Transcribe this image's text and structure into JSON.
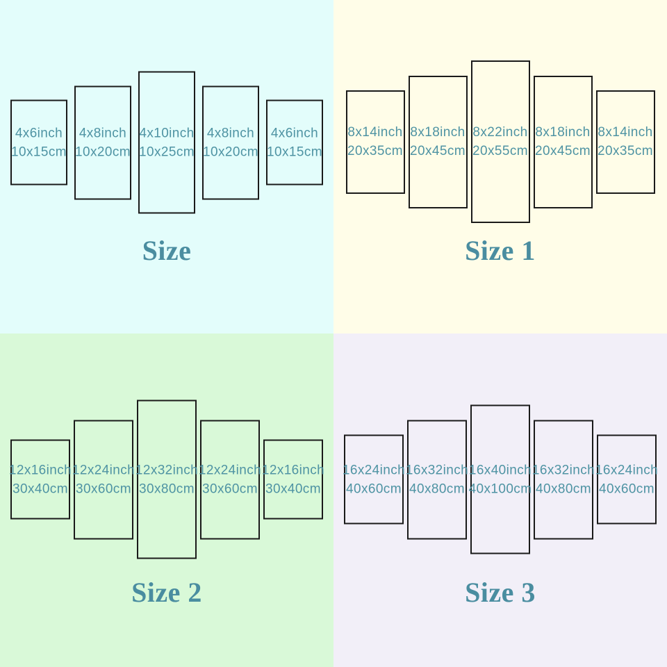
{
  "colors": {
    "panel_border": "#1a1a1a",
    "label_text": "#4e93a3",
    "title_text": "#4a8da0"
  },
  "quadrants": [
    {
      "id": "size",
      "title": "Size",
      "bg": "#e3fdfb",
      "panels": [
        {
          "label_inch": "4x6inch",
          "label_cm": "10x15cm",
          "inch_w": 4,
          "inch_h": 6
        },
        {
          "label_inch": "4x8inch",
          "label_cm": "10x20cm",
          "inch_w": 4,
          "inch_h": 8
        },
        {
          "label_inch": "4x10inch",
          "label_cm": "10x25cm",
          "inch_w": 4,
          "inch_h": 10
        },
        {
          "label_inch": "4x8inch",
          "label_cm": "10x20cm",
          "inch_w": 4,
          "inch_h": 8
        },
        {
          "label_inch": "4x6inch",
          "label_cm": "10x15cm",
          "inch_w": 4,
          "inch_h": 6
        }
      ]
    },
    {
      "id": "size-1",
      "title": "Size 1",
      "bg": "#fffde8",
      "panels": [
        {
          "label_inch": "8x14inch",
          "label_cm": "20x35cm",
          "inch_w": 8,
          "inch_h": 14
        },
        {
          "label_inch": "8x18inch",
          "label_cm": "20x45cm",
          "inch_w": 8,
          "inch_h": 18
        },
        {
          "label_inch": "8x22inch",
          "label_cm": "20x55cm",
          "inch_w": 8,
          "inch_h": 22
        },
        {
          "label_inch": "8x18inch",
          "label_cm": "20x45cm",
          "inch_w": 8,
          "inch_h": 18
        },
        {
          "label_inch": "8x14inch",
          "label_cm": "20x35cm",
          "inch_w": 8,
          "inch_h": 14
        }
      ]
    },
    {
      "id": "size-2",
      "title": "Size 2",
      "bg": "#d9f9d8",
      "panels": [
        {
          "label_inch": "12x16inch",
          "label_cm": "30x40cm",
          "inch_w": 12,
          "inch_h": 16
        },
        {
          "label_inch": "12x24inch",
          "label_cm": "30x60cm",
          "inch_w": 12,
          "inch_h": 24
        },
        {
          "label_inch": "12x32inch",
          "label_cm": "30x80cm",
          "inch_w": 12,
          "inch_h": 32
        },
        {
          "label_inch": "12x24inch",
          "label_cm": "30x60cm",
          "inch_w": 12,
          "inch_h": 24
        },
        {
          "label_inch": "12x16inch",
          "label_cm": "30x40cm",
          "inch_w": 12,
          "inch_h": 16
        }
      ]
    },
    {
      "id": "size-3",
      "title": "Size 3",
      "bg": "#f2eff8",
      "panels": [
        {
          "label_inch": "16x24inch",
          "label_cm": "40x60cm",
          "inch_w": 16,
          "inch_h": 24
        },
        {
          "label_inch": "16x32inch",
          "label_cm": "40x80cm",
          "inch_w": 16,
          "inch_h": 32
        },
        {
          "label_inch": "16x40inch",
          "label_cm": "40x100cm",
          "inch_w": 16,
          "inch_h": 40
        },
        {
          "label_inch": "16x32inch",
          "label_cm": "40x80cm",
          "inch_w": 16,
          "inch_h": 32
        },
        {
          "label_inch": "16x24inch",
          "label_cm": "40x60cm",
          "inch_w": 16,
          "inch_h": 24
        }
      ]
    }
  ]
}
